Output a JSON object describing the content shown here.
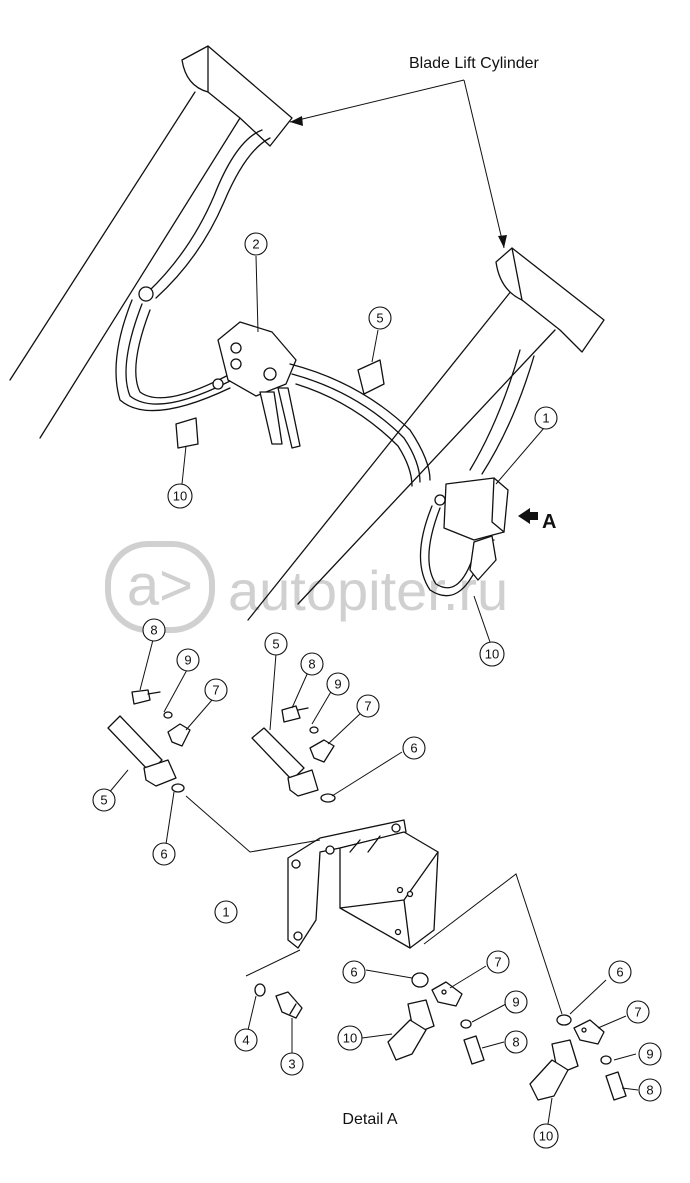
{
  "labels": {
    "cylinder": "Blade Lift Cylinder",
    "view_marker": "A",
    "detail_caption": "Detail A"
  },
  "watermark": {
    "logo_text": "a>",
    "text": "autopiter.ru",
    "color": "#d0d0d0"
  },
  "callouts": {
    "c2": "2",
    "c5_top": "5",
    "c1_top": "1",
    "c10_left": "10",
    "c10_right": "10",
    "c8_a": "8",
    "c9_a": "9",
    "c7_a": "7",
    "c5_a": "5",
    "c6_a": "6",
    "c5_b": "5",
    "c8_b": "8",
    "c9_b": "9",
    "c7_b": "7",
    "c6_b": "6",
    "c1_detail": "1",
    "c6_c": "6",
    "c7_c": "7",
    "c9_c": "9",
    "c8_c": "8",
    "c10_c": "10",
    "c4": "4",
    "c3": "3",
    "c6_d": "6",
    "c7_d": "7",
    "c9_d": "9",
    "c8_d": "8",
    "c10_d": "10"
  }
}
